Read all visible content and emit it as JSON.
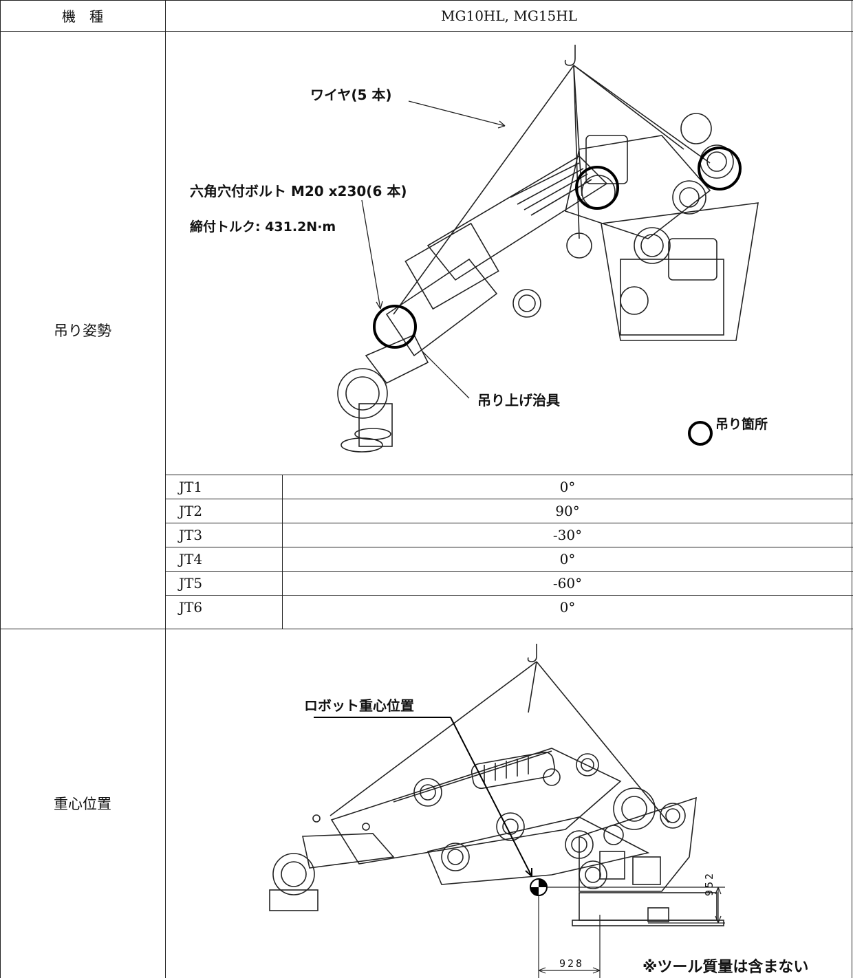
{
  "header": {
    "label_model": "機　種",
    "model_value": "MG10HL, MG15HL"
  },
  "section_lift": {
    "label": "吊り姿勢",
    "callout_wire": "ワイヤ(5 本)",
    "callout_bolt": "六角穴付ボルト M20 x230(6 本)",
    "callout_torque": "締付トルク: 431.2N·m",
    "callout_jig": "吊り上げ治具",
    "legend_lift_point": "吊り箇所"
  },
  "joints": [
    {
      "name": "JT1",
      "value": "0°"
    },
    {
      "name": "JT2",
      "value": "90°"
    },
    {
      "name": "JT3",
      "value": "-30°"
    },
    {
      "name": "JT4",
      "value": "0°"
    },
    {
      "name": "JT5",
      "value": "-60°"
    },
    {
      "name": "JT6",
      "value": "0°"
    }
  ],
  "section_cog": {
    "label": "重心位置",
    "callout_cog": "ロボット重心位置",
    "dim_horizontal": "928",
    "dim_vertical": "952",
    "note": "※ツール質量は含まない"
  }
}
